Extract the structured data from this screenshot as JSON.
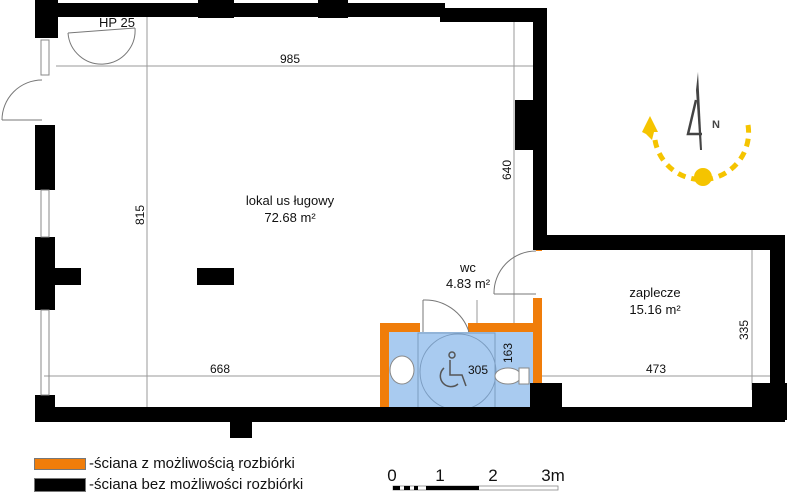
{
  "colors": {
    "structural_wall": "#000000",
    "removable_wall": "#f07d0a",
    "wc_floor": "#a9cbf0",
    "compass": "#f5c400",
    "dimension_line": "#9a9a9a"
  },
  "rooms": [
    {
      "name": "lokal us ługowy",
      "area": "72.68 m²"
    },
    {
      "name": "wc",
      "area": "4.83 m²"
    },
    {
      "name": "zaplecze",
      "area": "15.16 m²"
    }
  ],
  "annotations": {
    "hydrant": "HP 25"
  },
  "dimensions": {
    "main_width": "985",
    "main_height": "815",
    "right_wall_height": "640",
    "bottom_left": "668",
    "wc_width": "305",
    "wc_depth": "163",
    "back_width": "473",
    "back_height": "335"
  },
  "compass": {
    "north_label": "N"
  },
  "legend": [
    {
      "label": "-ściana z możliwością rozbiórki",
      "icon": "orange-wall-swatch"
    },
    {
      "label": "-ściana bez możliwości rozbiórki",
      "icon": "black-wall-swatch"
    }
  ],
  "scale_bar": {
    "ticks": [
      "0",
      "1",
      "2",
      "3m"
    ]
  }
}
